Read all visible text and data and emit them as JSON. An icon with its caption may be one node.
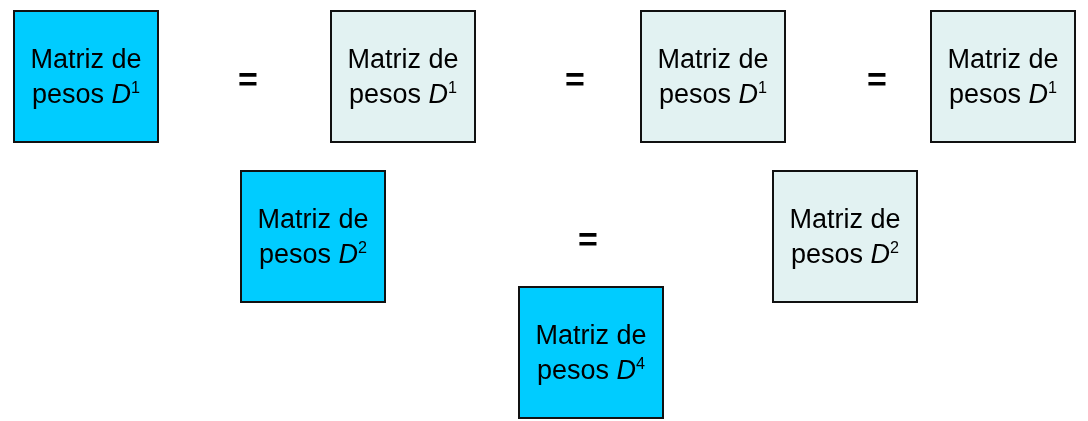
{
  "diagram": {
    "nodes": [
      {
        "text": [
          "Matriz de pesos *D*$^{1}$"
        ]
      },
      {
        "text": [
          "Matriz de pesos *D*$^{1}$"
        ]
      },
      {
        "text": [
          "Matriz de pesos *D*$^{1}$"
        ]
      },
      {
        "text": [
          "Matriz de pesos *D*$^{1}$"
        ]
      },
      {
        "text": [
          "Matriz de pesos *D*$^{2}$"
        ]
      },
      {
        "text": [
          "Matriz de pesos *D*$^{2}$"
        ]
      },
      {
        "text": [
          "Matriz de pesos *D*$^{4}$"
        ]
      }
    ],
    "labels": [
      "=",
      "=",
      "=",
      "="
    ]
  }
}
